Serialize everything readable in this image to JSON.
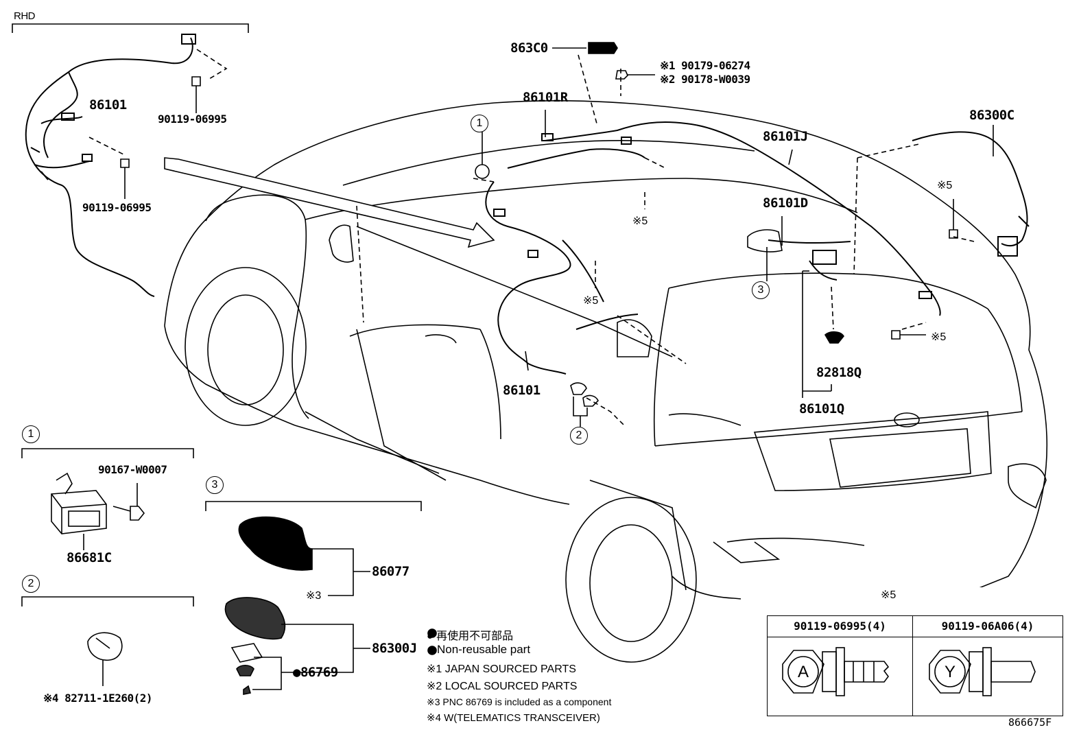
{
  "header": {
    "region": "RHD"
  },
  "labels": {
    "harness_rhd": "86101",
    "bolt_rhd_upper": "90119-06995",
    "bolt_rhd_lower": "90119-06995",
    "amp_863c0": "863C0",
    "nut_japan": "※1 90179-06274",
    "nut_local": "※2 90178-W0039",
    "harness_r": "86101R",
    "antenna_86300c": "86300C",
    "harness_j": "86101J",
    "harness_d": "86101D",
    "bolt_ref_a": "※5",
    "bolt_ref_b": "※5",
    "bolt_ref_c": "※5",
    "bolt_ref_d": "※5",
    "harness_center": "86101",
    "clamp_82818q": "82818Q",
    "harness_q": "86101Q",
    "ref_one": "1",
    "ref_two": "2",
    "ref_three": "3"
  },
  "section_one": {
    "marker": "1",
    "bolt": "90167-W0007",
    "module": "86681C"
  },
  "section_two": {
    "marker": "2",
    "part": "※4 82711-1E260(2)"
  },
  "section_three": {
    "marker": "3",
    "cover": "86077",
    "cover_note": "※3",
    "antenna": "86300J",
    "gasket": "●86769"
  },
  "legend": {
    "nonreusable_jp": "● 再使用不可部品",
    "nonreusable_en": "● Non-reusable part",
    "note1": "※1 JAPAN SOURCED PARTS",
    "note2": "※2 LOCAL SOURCED PARTS",
    "note3": "※3 PNC 86769 is included as a component",
    "note4": "※4 W(TELEMATICS TRANSCEIVER)"
  },
  "bolt_table": {
    "title": "※5",
    "columns": [
      {
        "part": "90119-06995(4)",
        "head_mark": "A"
      },
      {
        "part": "90119-06A06(4)",
        "head_mark": "Y"
      }
    ]
  },
  "diagram_id": "866675F"
}
